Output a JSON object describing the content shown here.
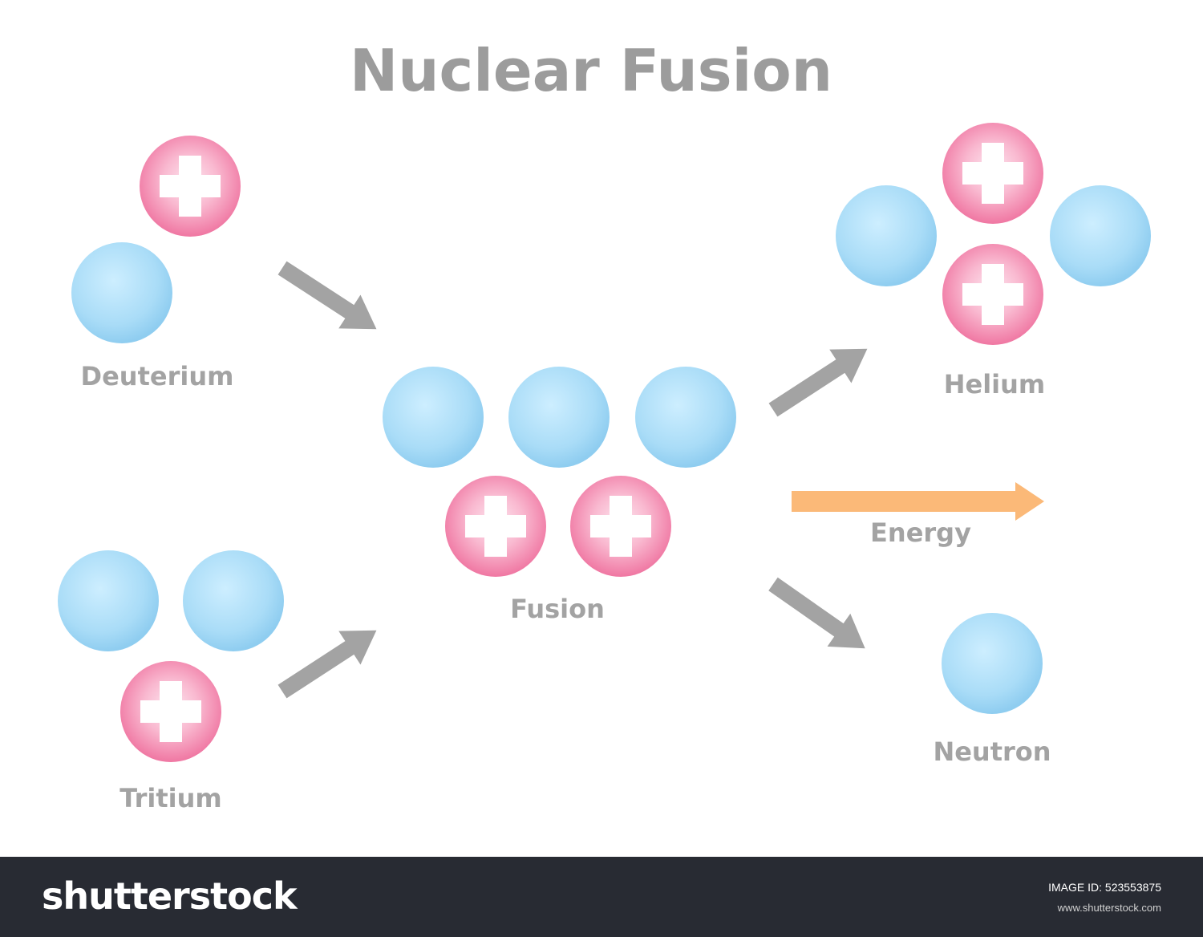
{
  "title": "Nuclear Fusion",
  "labels": {
    "deuterium": "Deuterium",
    "tritium": "Tritium",
    "fusion": "Fusion",
    "helium": "Helium",
    "energy": "Energy",
    "neutron": "Neutron"
  },
  "particles": {
    "proton_icon": "plus-icon",
    "neutron_color": "#a9dcf7",
    "proton_color": "#f06d9d",
    "arrow_color": "#a3a3a3",
    "energy_arrow_color": "#fbb978"
  },
  "footer": {
    "logo": "shutterstock",
    "image_id_label": "IMAGE ID: 523553875",
    "url": "www.shutterstock.com"
  }
}
